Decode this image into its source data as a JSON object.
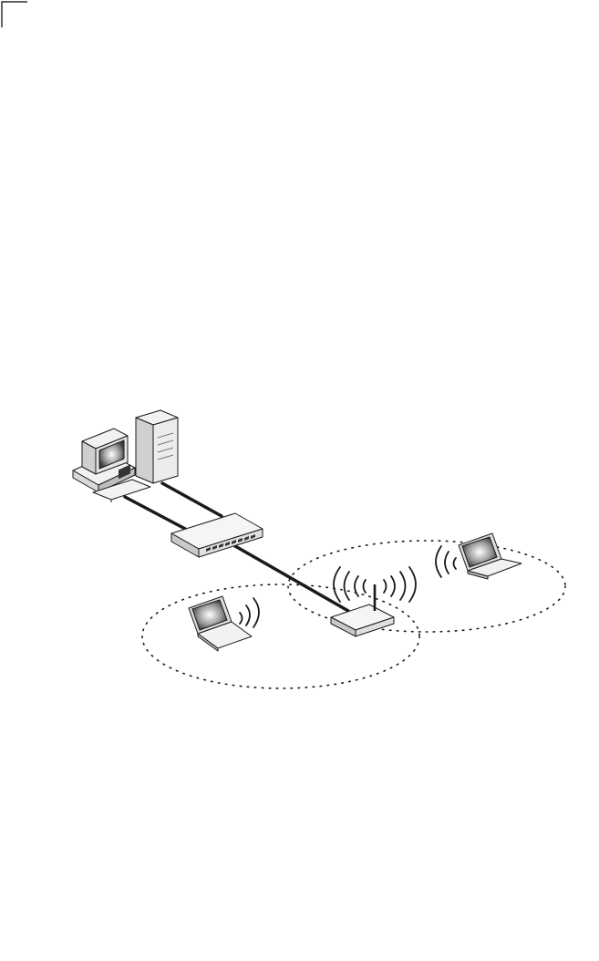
{
  "diagram": {
    "nodes": [
      {
        "id": "desktop",
        "icon": "desktop-computer-icon"
      },
      {
        "id": "server",
        "icon": "tower-server-icon"
      },
      {
        "id": "switch",
        "icon": "network-switch-icon"
      },
      {
        "id": "access-point",
        "icon": "wireless-access-point-icon"
      },
      {
        "id": "laptop-left",
        "icon": "laptop-icon"
      },
      {
        "id": "laptop-right",
        "icon": "laptop-icon"
      }
    ],
    "links": [
      {
        "from": "desktop",
        "to": "switch",
        "type": "wired"
      },
      {
        "from": "server",
        "to": "switch",
        "type": "wired"
      },
      {
        "from": "switch",
        "to": "access-point",
        "type": "wired"
      },
      {
        "from": "access-point",
        "to": "laptop-left",
        "type": "wireless"
      },
      {
        "from": "access-point",
        "to": "laptop-right",
        "type": "wireless"
      }
    ],
    "coverage_areas": [
      "left-coverage-ellipse",
      "right-coverage-ellipse"
    ]
  },
  "colors": {
    "line": "#1a1a1a",
    "device_fill": "#f2f2f2",
    "device_shadow": "#c8c8c8",
    "screen_dark": "#555555",
    "screen_light": "#ffffff"
  }
}
